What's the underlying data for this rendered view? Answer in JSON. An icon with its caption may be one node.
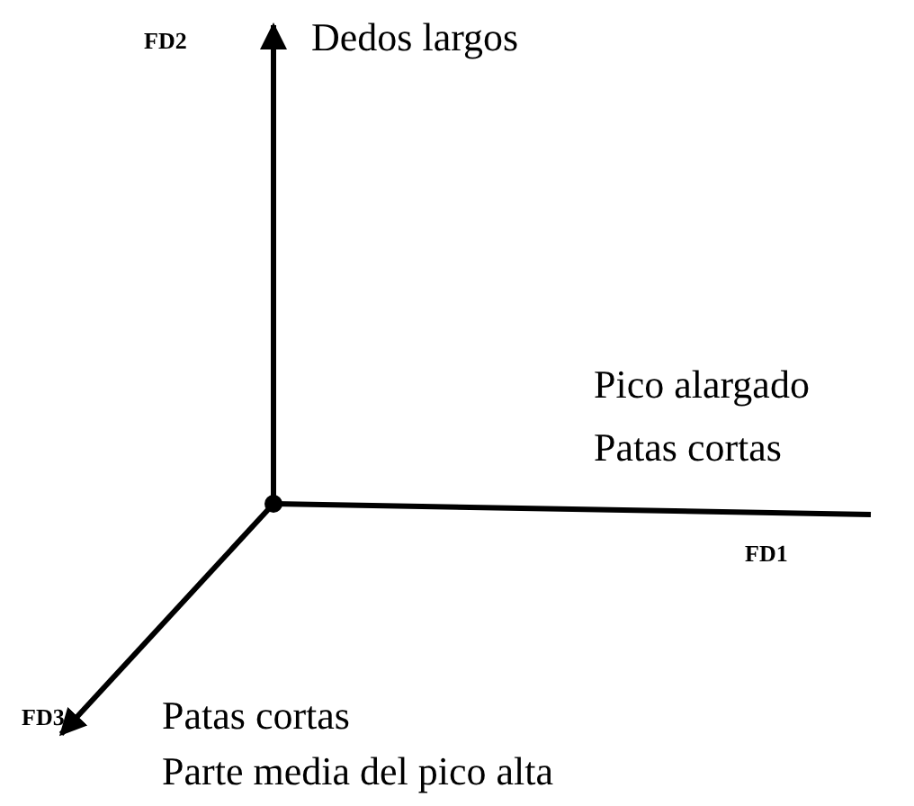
{
  "diagram": {
    "labels": [
      "FD2",
      "Dedos largos",
      "Pico alargado",
      "Patas cortas",
      "FD1",
      "FD3",
      "Patas cortas",
      "Parte media del pico alta"
    ]
  }
}
